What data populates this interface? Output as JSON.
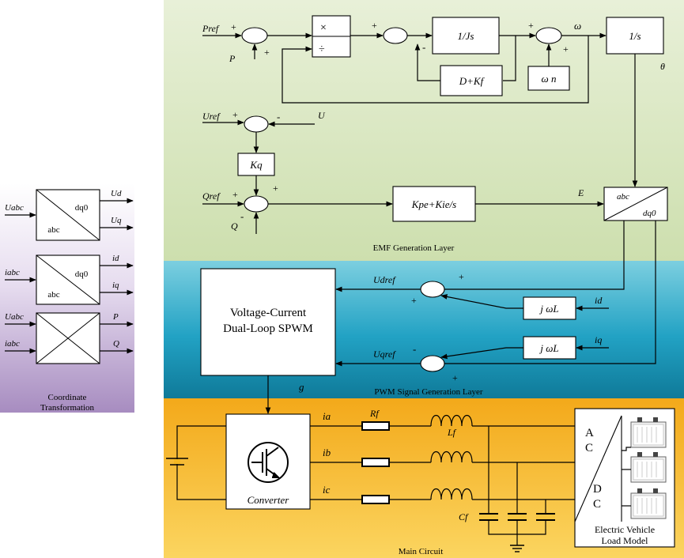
{
  "coordinate_panel": {
    "title_line1": "Coordinate",
    "title_line2": "Transformation",
    "block1": {
      "input": "Uabc",
      "top": "dq0",
      "bottom": "abc",
      "out1": "Ud",
      "out2": "Uq"
    },
    "block2": {
      "input": "iabc",
      "top": "dq0",
      "bottom": "abc",
      "out1": "id",
      "out2": "iq"
    },
    "block3": {
      "input1": "Uabc",
      "input2": "iabc",
      "out1": "P",
      "out2": "Q"
    }
  },
  "emf_layer": {
    "title": "EMF Generation Layer",
    "Pref": "Pref",
    "P": "P",
    "mult": "×",
    "div": "÷",
    "Js": "1/Js",
    "damp": "D+Kf",
    "omega_n": "ω n",
    "omega": "ω",
    "integrator": "1/s",
    "theta": "θ",
    "Uref": "Uref",
    "U": "U",
    "Kq": "Kq",
    "Qref": "Qref",
    "Q": "Q",
    "pi": "Kpe+Kie/s",
    "E": "E",
    "abc": "abc",
    "dq0": "dq0",
    "plus": "+",
    "minus": "-"
  },
  "pwm_layer": {
    "title": "PWM Signal Generation Layer",
    "spwm_line1": "Voltage-Current",
    "spwm_line2": "Dual-Loop SPWM",
    "Udref": "Udref",
    "Uqref": "Uqref",
    "jwl1": "j ωL",
    "jwl2": "j ωL",
    "id": "id",
    "iq": "iq",
    "g": "g",
    "plus": "+",
    "minus": "-"
  },
  "main_circuit": {
    "title": "Main Circuit",
    "converter": "Converter",
    "ia": "ia",
    "ib": "ib",
    "ic": "ic",
    "Rf": "Rf",
    "Lf": "Lf",
    "Cf": "Cf",
    "ac_a": "A",
    "ac_c": "C",
    "dc_d": "D",
    "dc_c": "C",
    "ev_line1": "Electric Vehicle",
    "ev_line2": "Load Model"
  },
  "colors": {
    "emf_bg": "#dde9c4",
    "pwm_bg": "#2aa7c7",
    "main_bg": "#f5b822",
    "panel_bg": "#cbb8d8"
  }
}
